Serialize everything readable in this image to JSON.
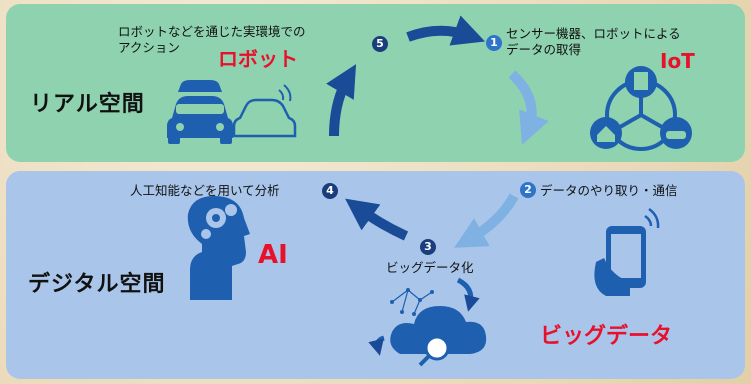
{
  "real": {
    "title": "リアル空間",
    "step5": {
      "num": "5",
      "line1": "ロボットなどを通じた実環境での",
      "line2": "アクション"
    },
    "step1": {
      "num": "1",
      "line1": "センサー機器、ロボットによる",
      "line2": "データの取得"
    },
    "robot_label": "ロボット",
    "iot_label": "IoT"
  },
  "digital": {
    "title": "デジタル空間",
    "step4": {
      "num": "4",
      "text": "人工知能などを用いて分析"
    },
    "step2": {
      "num": "2",
      "text": "データのやり取り・通信"
    },
    "step3": {
      "num": "3",
      "text": "ビッグデータ化"
    },
    "ai_label": "AI",
    "bigdata_label": "ビッグデータ"
  }
}
